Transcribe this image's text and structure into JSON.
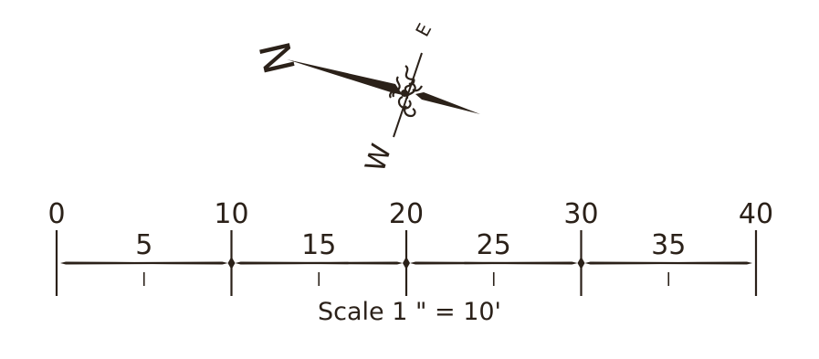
{
  "colors": {
    "ink": "#2b2119",
    "background": "#ffffff"
  },
  "compass": {
    "icon": "compass-rose-icon",
    "labels": {
      "north": "N",
      "east": "E",
      "west": "W"
    }
  },
  "scale_bar": {
    "major_ticks": [
      "0",
      "10",
      "20",
      "30",
      "40"
    ],
    "minor_ticks": [
      "5",
      "15",
      "25",
      "35"
    ],
    "caption": "Scale 1 \" = 10'"
  }
}
